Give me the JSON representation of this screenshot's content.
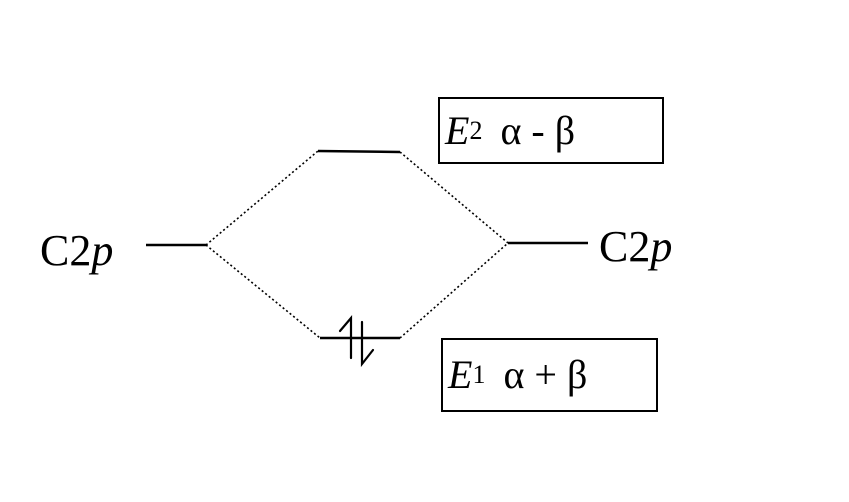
{
  "atoms": {
    "left": {
      "element": "C",
      "shell": "2",
      "orbital": "p"
    },
    "right": {
      "element": "C",
      "shell": "2",
      "orbital": "p"
    }
  },
  "levels": {
    "antibonding": {
      "symbol": "E",
      "subscript": "2",
      "expression": "α - β",
      "electrons": 0
    },
    "bonding": {
      "symbol": "E",
      "subscript": "1",
      "expression": "α + β",
      "electrons": 2
    }
  },
  "colors": {
    "ink": "#000000",
    "background": "#ffffff"
  }
}
